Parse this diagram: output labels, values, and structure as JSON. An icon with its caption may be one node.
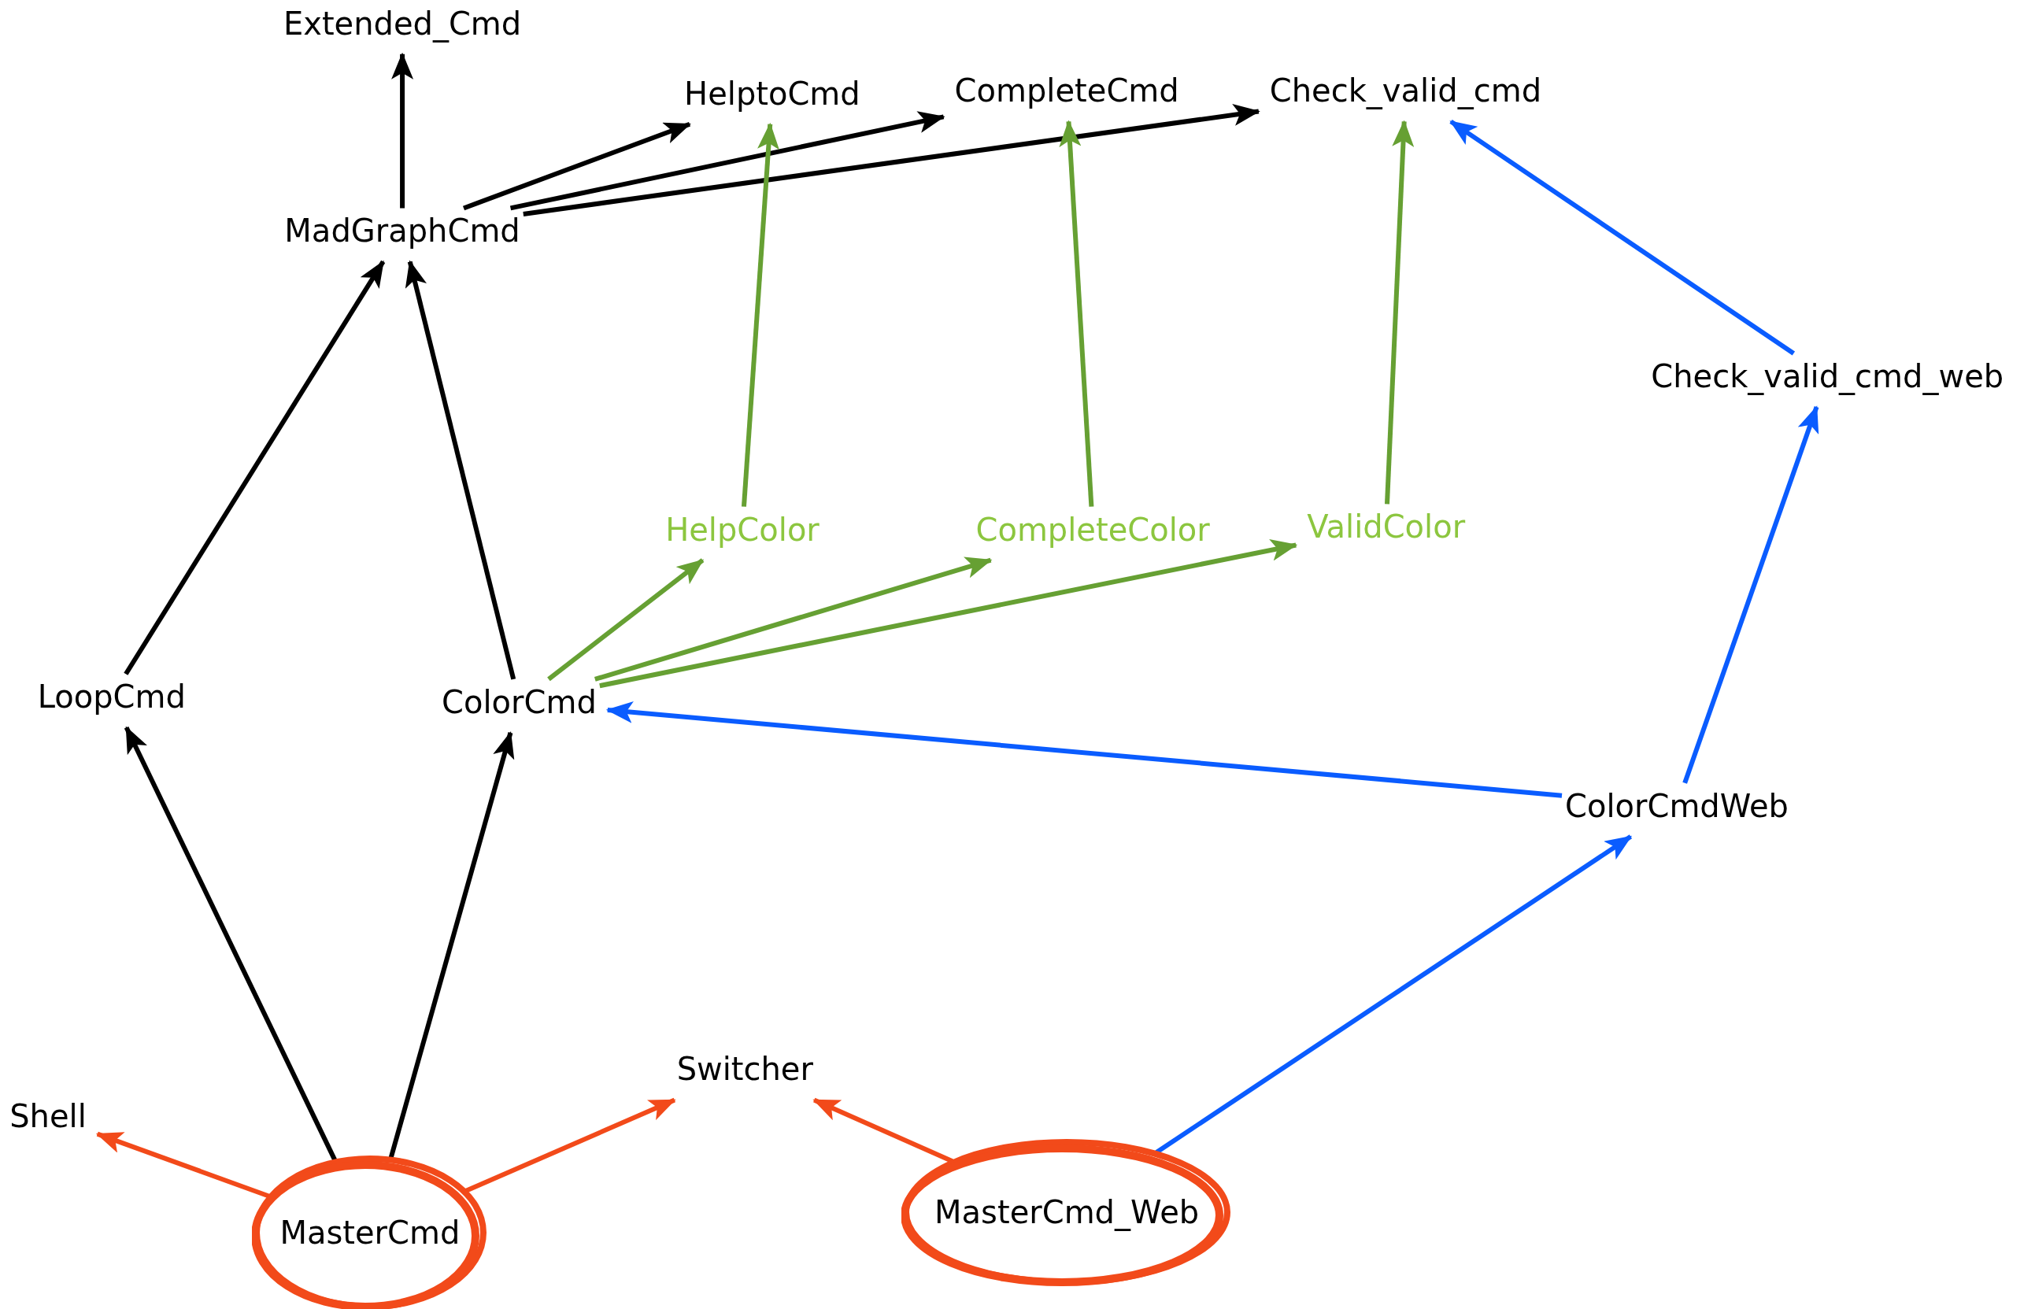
{
  "diagram": {
    "nodes": [
      {
        "text": [
          "Extended_Cmd"
        ]
      },
      {
        "text": [
          "HelptoCmd"
        ]
      },
      {
        "text": [
          "CompleteCmd"
        ]
      },
      {
        "text": [
          "Check_valid_cmd"
        ]
      },
      {
        "text": [
          "MadGraphCmd"
        ]
      },
      {
        "text": [
          "Check_valid_cmd_web"
        ]
      },
      {
        "text": [
          "HelpColor"
        ]
      },
      {
        "text": [
          "CompleteColor"
        ]
      },
      {
        "text": [
          "ValidColor"
        ]
      },
      {
        "text": [
          "LoopCmd"
        ]
      },
      {
        "text": [
          "ColorCmd"
        ]
      },
      {
        "text": [
          "ColorCmdWeb"
        ]
      },
      {
        "text": [
          "Switcher"
        ]
      },
      {
        "text": [
          "Shell"
        ]
      },
      {
        "text": [
          "MasterCmd"
        ]
      },
      {
        "text": [
          "MasterCmd_Web"
        ]
      }
    ],
    "edges": [
      {
        "from": 4,
        "to": 0,
        "arrow": "to"
      },
      {
        "from": 4,
        "to": 1,
        "arrow": "to"
      },
      {
        "from": 4,
        "to": 2,
        "arrow": "to"
      },
      {
        "from": 4,
        "to": 3,
        "arrow": "to"
      },
      {
        "from": 6,
        "to": 1,
        "arrow": "to",
        "color": "#66a033"
      },
      {
        "from": 7,
        "to": 2,
        "arrow": "to",
        "color": "#66a033"
      },
      {
        "from": 8,
        "to": 3,
        "arrow": "to",
        "color": "#66a033"
      },
      {
        "from": 5,
        "to": 3,
        "arrow": "to",
        "color": "#0a5cff"
      },
      {
        "from": 9,
        "to": 4,
        "arrow": "to"
      },
      {
        "from": 10,
        "to": 4,
        "arrow": "to"
      },
      {
        "from": 10,
        "to": 6,
        "arrow": "to",
        "color": "#66a033"
      },
      {
        "from": 10,
        "to": 7,
        "arrow": "to",
        "color": "#66a033"
      },
      {
        "from": 10,
        "to": 8,
        "arrow": "to",
        "color": "#66a033"
      },
      {
        "from": 11,
        "to": 10,
        "arrow": "to",
        "color": "#0a5cff"
      },
      {
        "from": 11,
        "to": 5,
        "arrow": "to",
        "color": "#0a5cff"
      },
      {
        "from": 14,
        "to": 9,
        "arrow": "to"
      },
      {
        "from": 14,
        "to": 10,
        "arrow": "to"
      },
      {
        "from": 14,
        "to": 13,
        "arrow": "to",
        "color": "#f24a1a"
      },
      {
        "from": 14,
        "to": 12,
        "arrow": "to",
        "color": "#f24a1a"
      },
      {
        "from": 15,
        "to": 12,
        "arrow": "to",
        "color": "#f24a1a"
      },
      {
        "from": 15,
        "to": 11,
        "arrow": "to",
        "color": "#0a5cff"
      }
    ]
  }
}
